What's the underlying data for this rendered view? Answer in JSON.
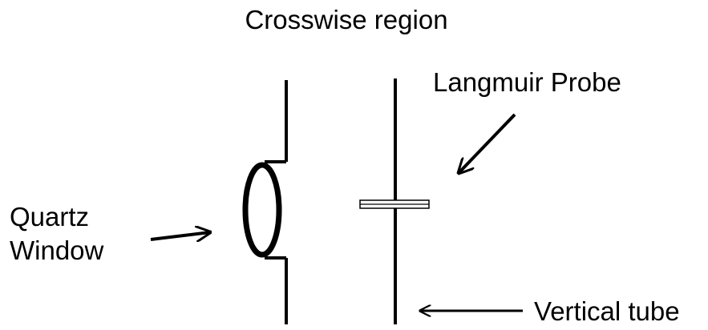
{
  "diagram": {
    "title": "Crosswise region",
    "labels": {
      "langmuir_probe": "Langmuir Probe",
      "quartz_window_line1": "Quartz",
      "quartz_window_line2": "Window",
      "vertical_tube": "Vertical tube"
    },
    "colors": {
      "stroke": "#000000",
      "background": "#ffffff"
    },
    "icons": {
      "arrow": "arrow-icon"
    }
  }
}
